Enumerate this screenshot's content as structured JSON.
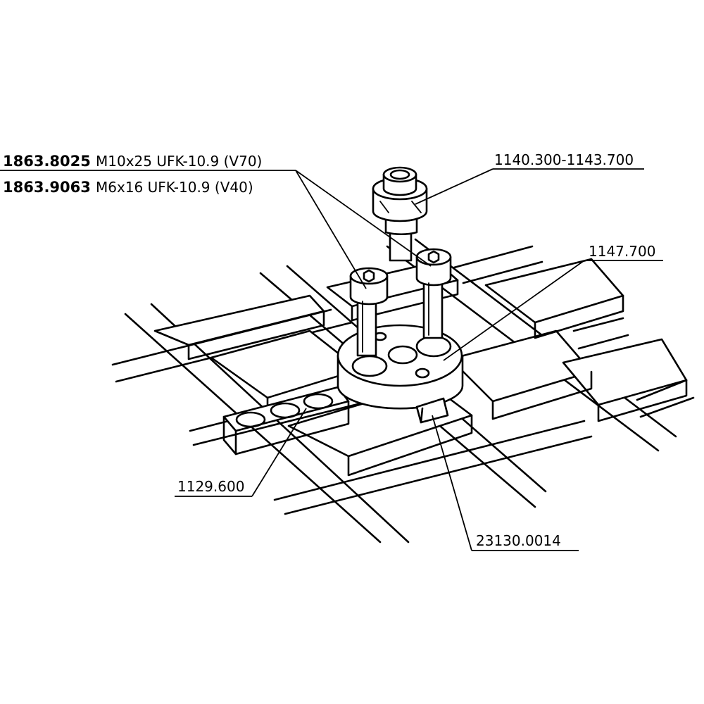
{
  "part_list": [
    {
      "number": "1863.8025",
      "description": "M10x25 UFK-10.9 (V70)"
    },
    {
      "number": "1863.9063",
      "description": "M6x16 UFK-10.9 (V40)"
    }
  ],
  "callouts": {
    "adapter": "1140.300-1143.700",
    "clamp_disc": "1147.700",
    "spacer_strip": "1129.600",
    "slot_nut": "23130.0014"
  }
}
